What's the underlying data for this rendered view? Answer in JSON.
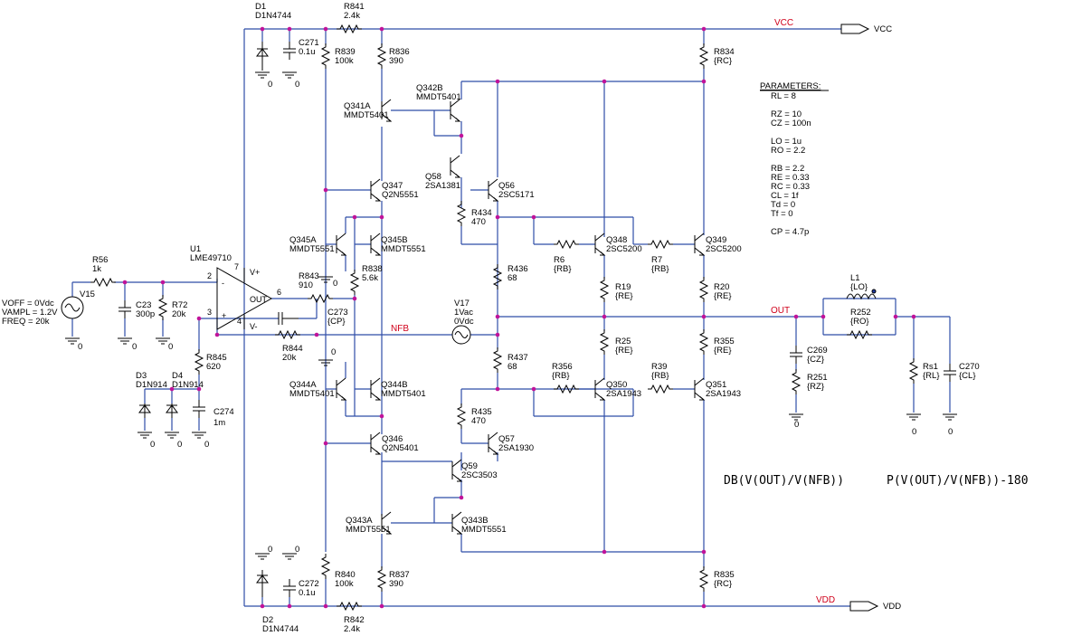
{
  "labels": {
    "D1": [
      "D1",
      "D1N4744"
    ],
    "D2": [
      "D2",
      "D1N4744"
    ],
    "R841": [
      "R841",
      "2.4k"
    ],
    "R842": [
      "R842",
      "2.4k"
    ],
    "C271": [
      "C271",
      "0.1u"
    ],
    "C272": [
      "C272",
      "0.1u"
    ],
    "R839": [
      "R839",
      "100k"
    ],
    "R840": [
      "R840",
      "100k"
    ],
    "R836": [
      "R836",
      "390"
    ],
    "R837": [
      "R837",
      "390"
    ],
    "R834": [
      "R834",
      "{RC}"
    ],
    "R835": [
      "R835",
      "{RC}"
    ],
    "Q342B": [
      "Q342B",
      "MMDT5401"
    ],
    "Q341A": [
      "Q341A",
      "MMDT5401"
    ],
    "Q58": [
      "Q58",
      "2SA1381"
    ],
    "Q56": [
      "Q56",
      "2SC5171"
    ],
    "Q347": [
      "Q347",
      "Q2N5551"
    ],
    "R434": [
      "R434",
      "470"
    ],
    "Q345A": [
      "Q345A",
      "MMDT5551"
    ],
    "Q345B": [
      "Q345B",
      "MMDT5551"
    ],
    "Q348": [
      "Q348",
      "2SC5200"
    ],
    "Q349": [
      "Q349",
      "2SC5200"
    ],
    "R6": [
      "R6",
      "{RB}"
    ],
    "R7": [
      "R7",
      "{RB}"
    ],
    "R19": [
      "R19",
      "{RE}"
    ],
    "R20": [
      "R20",
      "{RE}"
    ],
    "R25": [
      "R25",
      "{RE}"
    ],
    "R355": [
      "R355",
      "{RE}"
    ],
    "R356": [
      "R356",
      "{RB}"
    ],
    "R39": [
      "R39",
      "{RB}"
    ],
    "Q350": [
      "Q350",
      "2SA1943"
    ],
    "Q351": [
      "Q351",
      "2SA1943"
    ],
    "R436": [
      "R436",
      "68"
    ],
    "R437": [
      "R437",
      "68"
    ],
    "R838": [
      "R838",
      "5.6k"
    ],
    "R843": [
      "R843",
      "910"
    ],
    "R844": [
      "R844",
      "20k"
    ],
    "C273": [
      "C273",
      "{CP}"
    ],
    "V17": [
      "V17",
      "1Vac",
      "0Vdc"
    ],
    "U1": [
      "U1",
      "LME49710"
    ],
    "R56": [
      "R56",
      "1k"
    ],
    "V15": [
      "V15"
    ],
    "C23": [
      "C23",
      "300p"
    ],
    "R72": [
      "R72",
      "20k"
    ],
    "R845": [
      "R845",
      "620"
    ],
    "C274": [
      "C274",
      "1m"
    ],
    "D3": [
      "D3",
      "D1N914"
    ],
    "D4": [
      "D4",
      "D1N914"
    ],
    "Q344A": [
      "Q344A",
      "MMDT5401"
    ],
    "Q344B": [
      "Q344B",
      "MMDT5401"
    ],
    "Q346": [
      "Q346",
      "Q2N5401"
    ],
    "Q57": [
      "Q57",
      "2SA1930"
    ],
    "R435": [
      "R435",
      "470"
    ],
    "Q59": [
      "Q59",
      "2SC3503"
    ],
    "Q343A": [
      "Q343A",
      "MMDT5551"
    ],
    "Q343B": [
      "Q343B",
      "MMDT5551"
    ],
    "L1": [
      "L1",
      "{LO}"
    ],
    "R252": [
      "R252",
      "{RO}"
    ],
    "C269": [
      "C269",
      "{CZ}"
    ],
    "R251": [
      "R251",
      "{RZ}"
    ],
    "Rs1": [
      "Rs1",
      "{RL}"
    ],
    "C270": [
      "C270",
      "{CL}"
    ]
  },
  "source_params": [
    "VOFF = 0Vdc",
    "VAMPL = 1.2V",
    "FREQ = 20k"
  ],
  "nets": {
    "vcc": "VCC",
    "vdd": "VDD",
    "out": "OUT",
    "nfb": "NFB"
  },
  "ports": {
    "vcc": "VCC",
    "vdd": "VDD"
  },
  "grounds": {
    "zero": "0"
  },
  "opamp_pins": {
    "vplus": "V+",
    "vminus": "V-",
    "out": "OUT",
    "minus": "-",
    "plus": "+",
    "p2": "2",
    "p3": "3",
    "p4": "4",
    "p6": "6",
    "p7": "7"
  },
  "parameters": {
    "title": "PARAMETERS:",
    "lines": [
      "RL = 8",
      "",
      "RZ = 10",
      "CZ = 100n",
      "",
      "LO = 1u",
      "RO = 2.2",
      "",
      "RB = 2.2",
      "RE = 0.33",
      "RC = 0.33",
      "CL = 1f",
      "Td = 0",
      "Tf = 0",
      "",
      "CP = 4.7p"
    ]
  },
  "measure_expressions": [
    "DB(V(OUT)/V(NFB))",
    "P(V(OUT)/V(NFB))-180"
  ],
  "colors": {
    "wire": "#2f4ea8",
    "net_label": "#d0001a",
    "junction": "#c0139a",
    "component": "#000000"
  }
}
